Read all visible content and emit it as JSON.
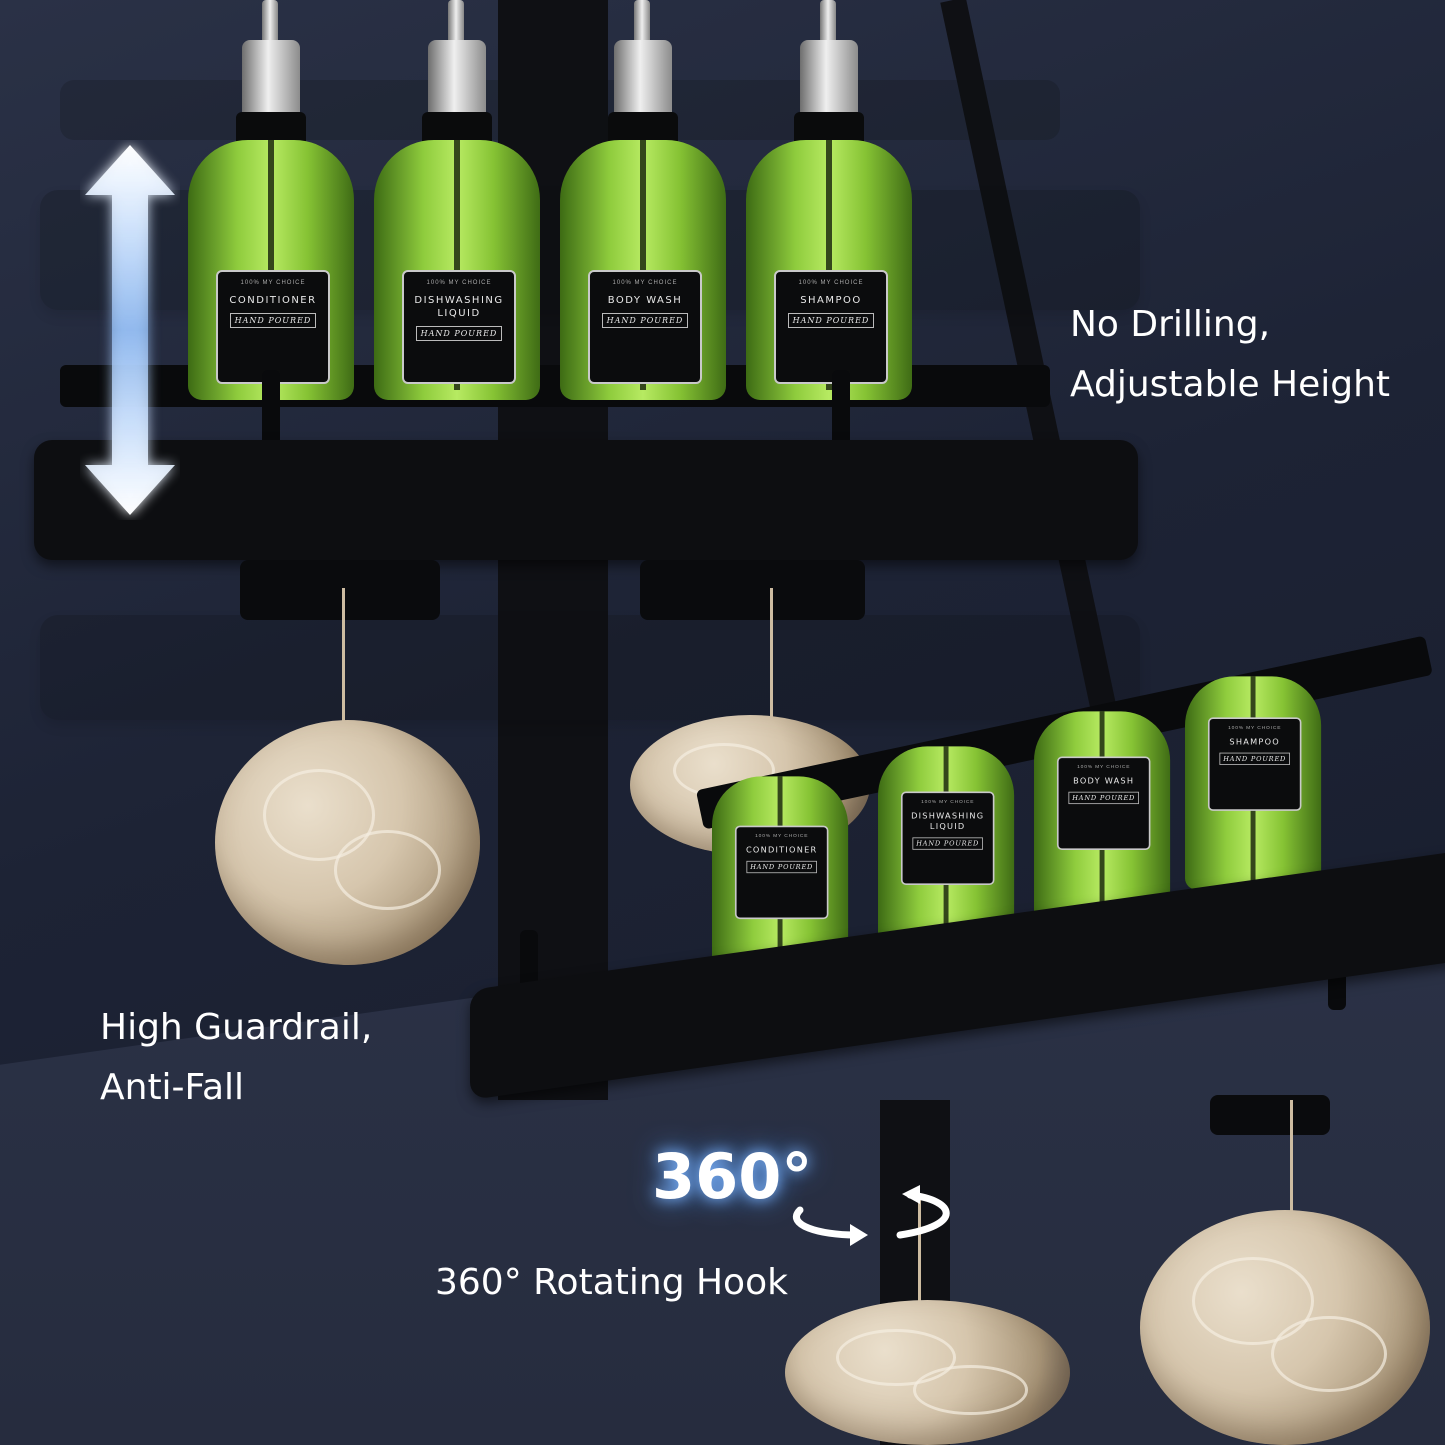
{
  "captions": {
    "top": [
      "No Drilling,",
      "Adjustable Height"
    ],
    "middle": [
      "High Guardrail,",
      "Anti-Fall"
    ],
    "rotating": "360° Rotating Hook",
    "badge": "360°"
  },
  "bottle_labels": {
    "brand": "100% MY CHOICE",
    "ribbon": "HAND POURED",
    "top_shelf": [
      "CONDITIONER",
      "DISHWASHING LIQUID",
      "BODY WASH",
      "SHAMPOO"
    ],
    "bottom_shelf": [
      "CONDITIONER",
      "DISHWASHING LIQUID",
      "BODY WASH",
      "SHAMPOO"
    ]
  },
  "icons": {
    "height_arrow": "double-vertical-arrow-icon",
    "rotate_arrow": "rotate-360-icon"
  },
  "colors": {
    "background": "#1d2335",
    "shelf": "#0d0e11",
    "bottle_green": "#8fcc3d",
    "glow": "#7fb6ff"
  }
}
